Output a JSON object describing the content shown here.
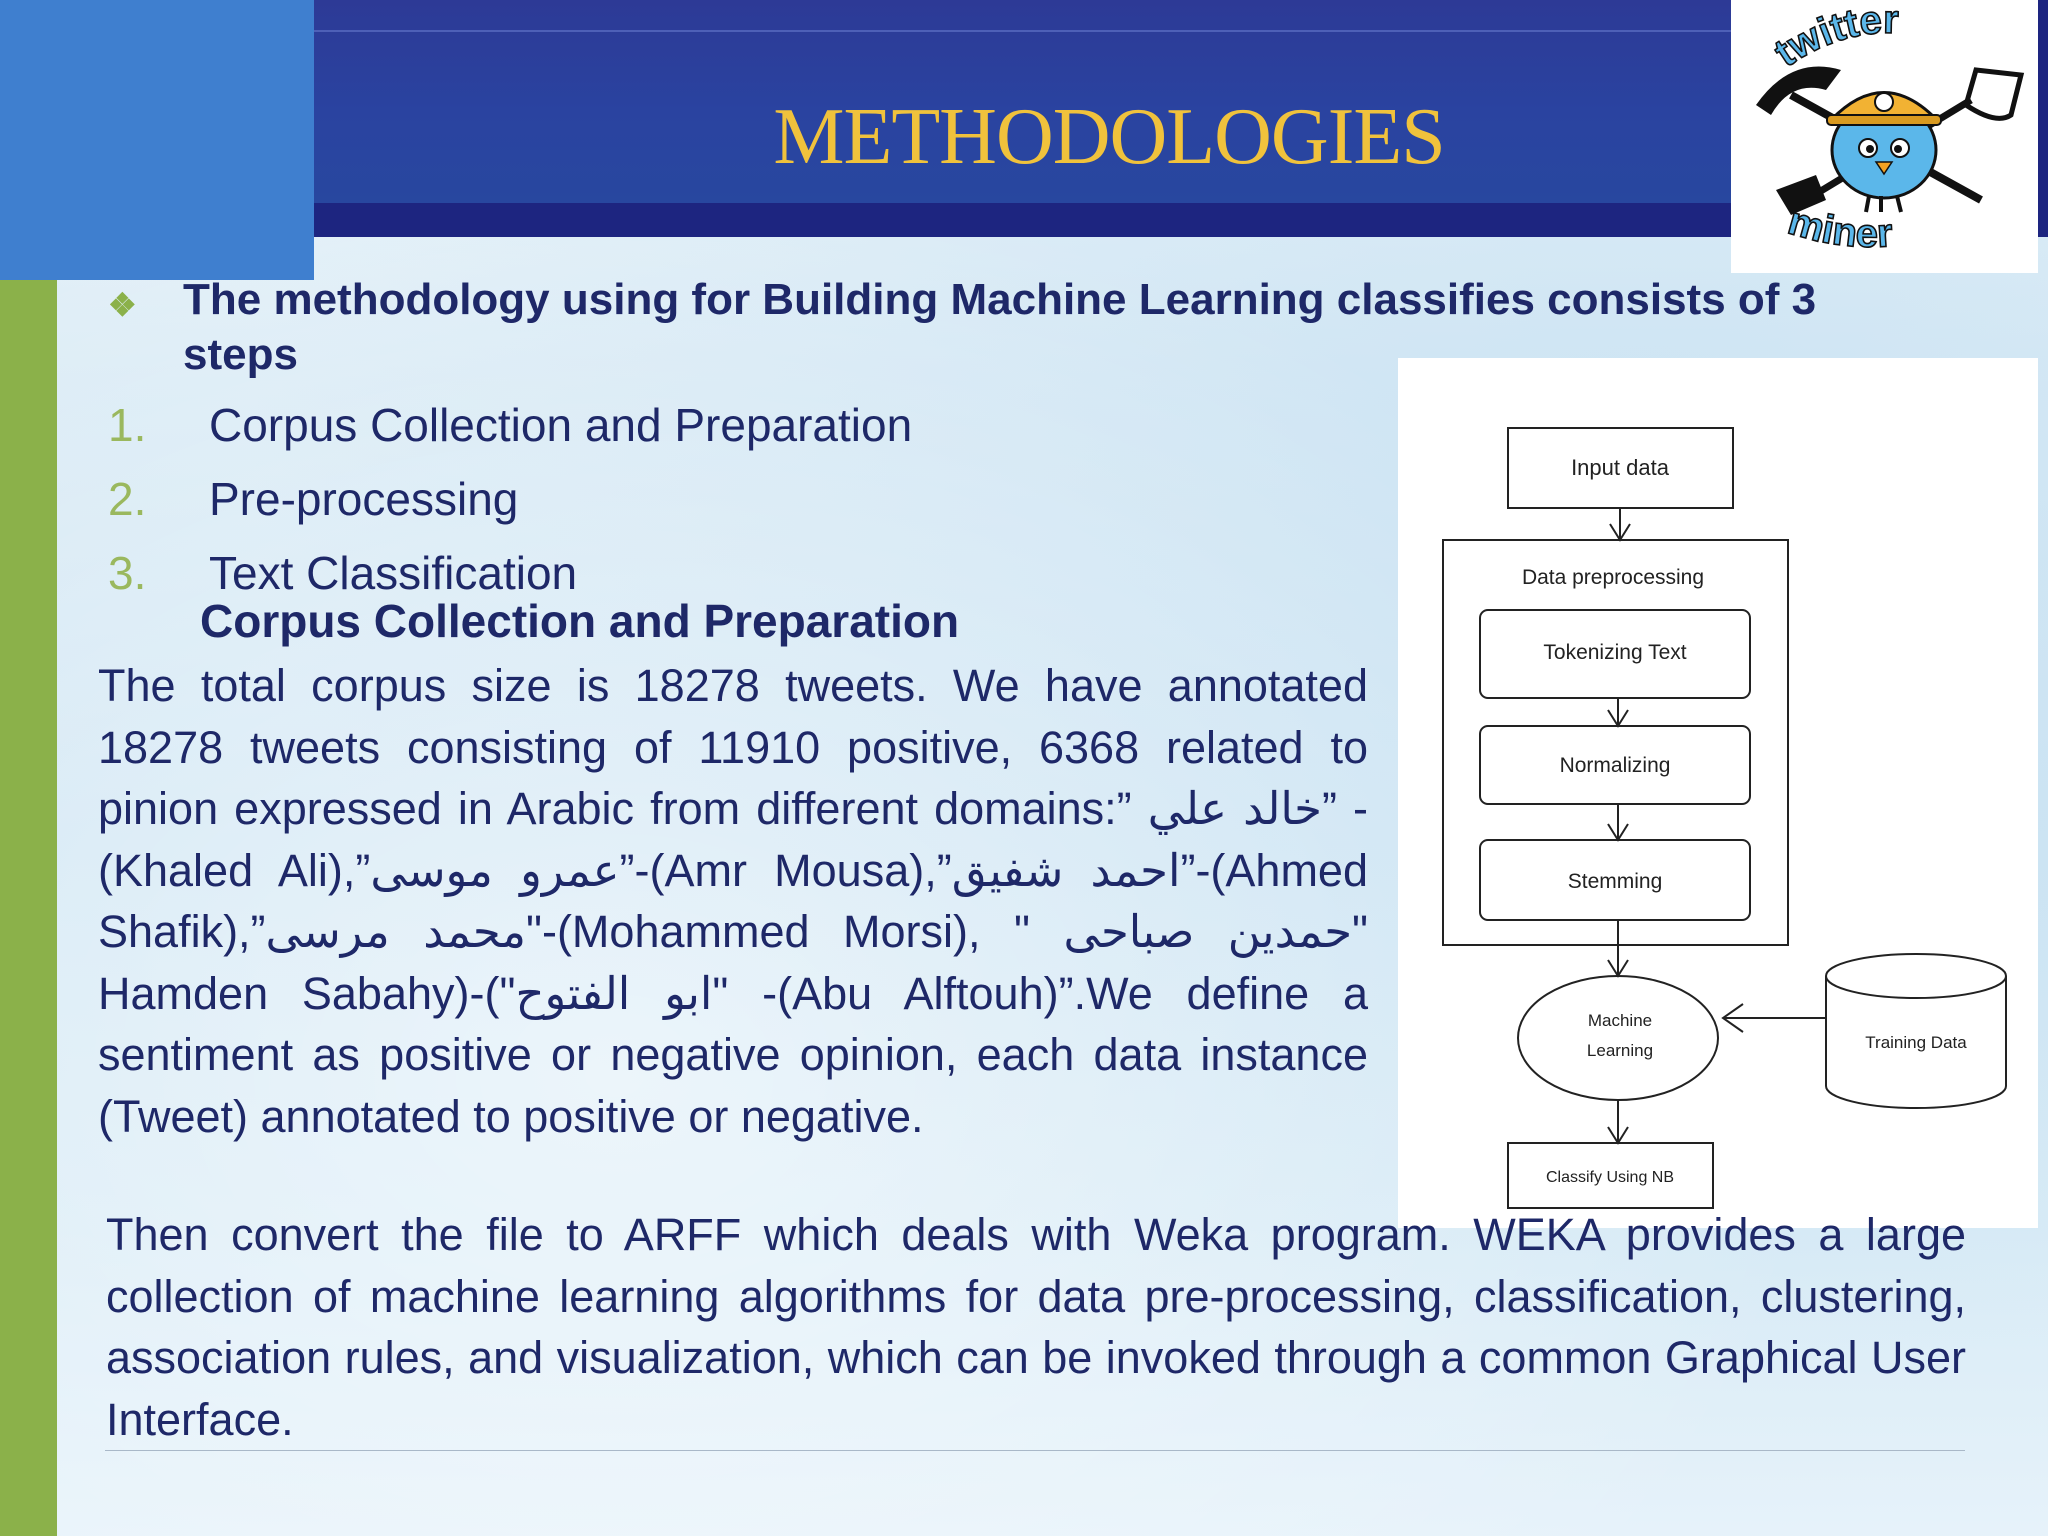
{
  "slide": {
    "title": "METHODOLOGIES",
    "intro": "The methodology using for Building Machine Learning classifies consists of 3 steps",
    "steps": [
      {
        "number": "1.",
        "label": "Corpus Collection and Preparation"
      },
      {
        "number": "2.",
        "label": "Pre-processing"
      },
      {
        "number": "3.",
        "label": "Text Classification"
      }
    ],
    "subheading": "Corpus Collection and Preparation",
    "paragraph1": "The total corpus size is 18278 tweets. We have annotated 18278 tweets consisting of 11910 positive, 6368 related to pinion expressed in Arabic from different domains:” خالد علي” -(Khaled Ali),”عمرو موسى”-(Amr Mousa),”احمد شفيق”-(Ahmed Shafik),”محمد مرسى\"-(Mohammed Morsi), \" حمدين صباحى\" Hamden Sabahy)-(\"ابو الفتوح\" -(Abu Alftouh)”.We define a sentiment as positive or negative opinion, each data instance (Tweet) annotated to positive or negative.",
    "paragraph2": "Then convert the file to ARFF which deals with Weka program. WEKA provides a large collection of machine learning algorithms for data pre-processing, classification, clustering, association rules, and visualization, which can be invoked through a common Graphical User Interface."
  },
  "logo": {
    "top_text": "twitter",
    "bottom_text": "miner",
    "bird_color": "#5bb7ea",
    "helmet_color": "#f2b233"
  },
  "flowchart": {
    "input": "Input data",
    "preprocessing_group": "Data preprocessing",
    "tokenizing": "Tokenizing Text",
    "normalizing": "Normalizing",
    "stemming": "Stemming",
    "ml_line1": "Machine",
    "ml_line2": "Learning",
    "training": "Training Data",
    "classify": "Classify Using NB"
  },
  "colors": {
    "title": "#f0c23c",
    "header_dark": "#1d2580",
    "header_inner": "#2a43a0",
    "accent_blue": "#3f7fcf",
    "accent_green": "#8bb14a",
    "text": "#1e2868"
  }
}
